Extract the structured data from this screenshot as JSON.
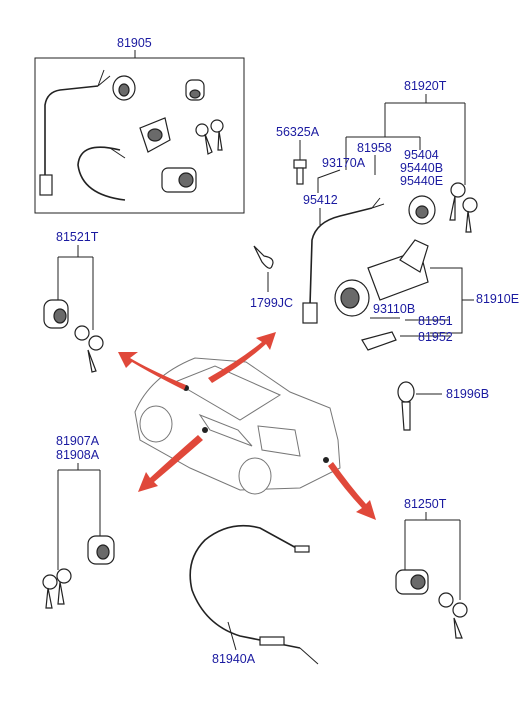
{
  "labels": {
    "kit_81905": "81905",
    "kit_81920T": "81920T",
    "p_56325A": "56325A",
    "p_81958": "81958",
    "p_93170A": "93170A",
    "p_95404": "95404",
    "p_95440B": "95440B",
    "p_95440E": "95440E",
    "p_95412": "95412",
    "kit_81521T": "81521T",
    "p_1799JC": "1799JC",
    "p_93110B": "93110B",
    "p_81910E": "81910E",
    "p_81951": "81951",
    "p_81952": "81952",
    "p_81996B": "81996B",
    "kit_81907A": "81907A",
    "kit_81908A": "81908A",
    "kit_81250T": "81250T",
    "p_81940A": "81940A"
  },
  "colors": {
    "label": "#1a1aa0",
    "arrow": "#e0483a",
    "line": "#222222"
  }
}
